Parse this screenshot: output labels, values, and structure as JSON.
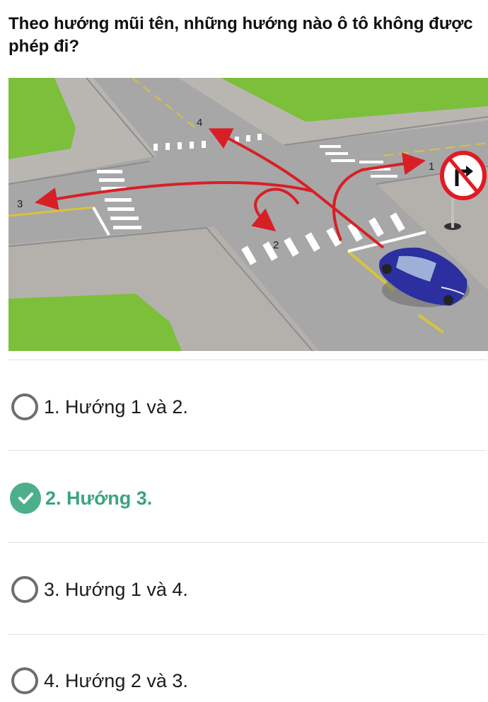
{
  "question": "Theo hướng mũi tên, những hướng nào ô tô không được phép đi?",
  "illustration": {
    "direction_labels": [
      "1",
      "2",
      "3",
      "4"
    ],
    "sign_icon": "no-right-turn-sign-icon",
    "colors": {
      "arrow": "#d81f26",
      "car": "#2b2fa0",
      "grass": "#7cbf3b",
      "road": "#a8a8a8"
    }
  },
  "options": [
    {
      "label": "1. Hướng 1 và 2.",
      "state": "unselected"
    },
    {
      "label": "2. Hướng 3.",
      "state": "correct"
    },
    {
      "label": "3. Hướng 1 và 4.",
      "state": "unselected"
    },
    {
      "label": "4. Hướng 2 và 3.",
      "state": "unselected"
    }
  ],
  "accent_color": "#4caf8a"
}
